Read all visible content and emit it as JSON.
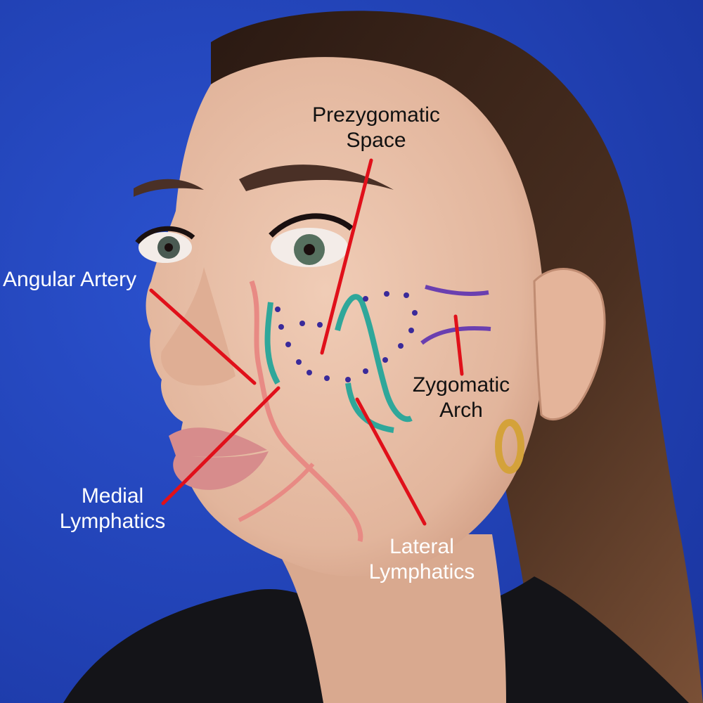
{
  "labels": {
    "prezygomatic": {
      "line1": "Prezygomatic",
      "line2": "Space"
    },
    "angular": {
      "line1": "Angular Artery"
    },
    "zygomatic": {
      "line1": "Zygomatic",
      "line2": "Arch"
    },
    "medial": {
      "line1": "Medial",
      "line2": "Lymphatics"
    },
    "lateral": {
      "line1": "Lateral",
      "line2": "Lymphatics"
    }
  },
  "colors": {
    "background": "#1f3fb8",
    "skin": "#e8bfa7",
    "hair": "#3a2418",
    "pointer": "#e0101a",
    "artery_marking": "#e88a84",
    "lymphatic_marking": "#2fa79a",
    "arch_marking": "#6a3fb0",
    "dot_marking": "#3a2a9a"
  }
}
